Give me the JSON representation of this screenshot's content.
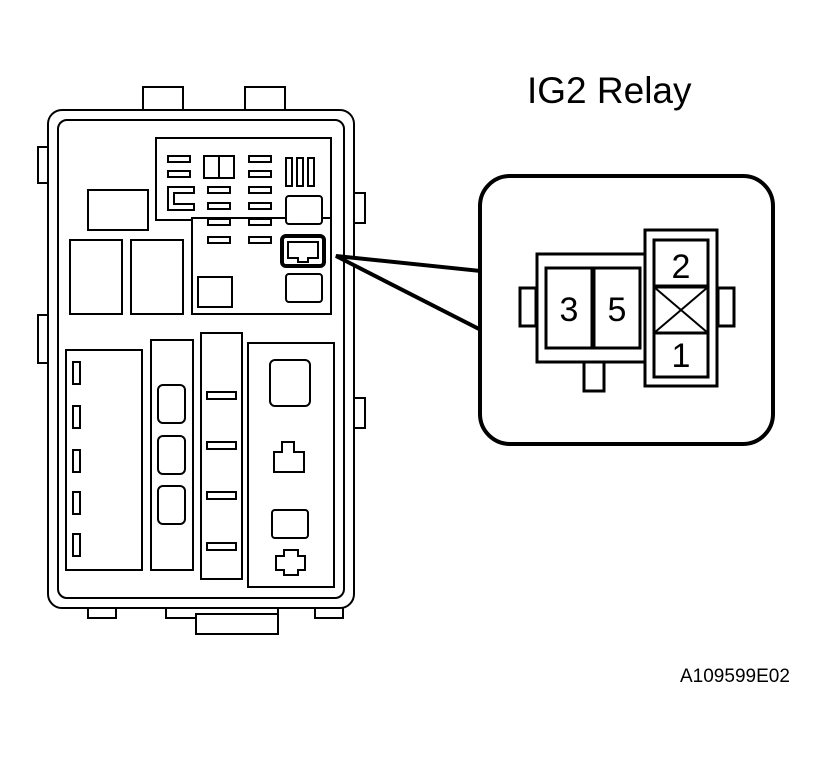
{
  "title": "IG2 Relay",
  "figure_code": "A109599E02",
  "pins": [
    "2",
    "3",
    "5",
    "1"
  ]
}
